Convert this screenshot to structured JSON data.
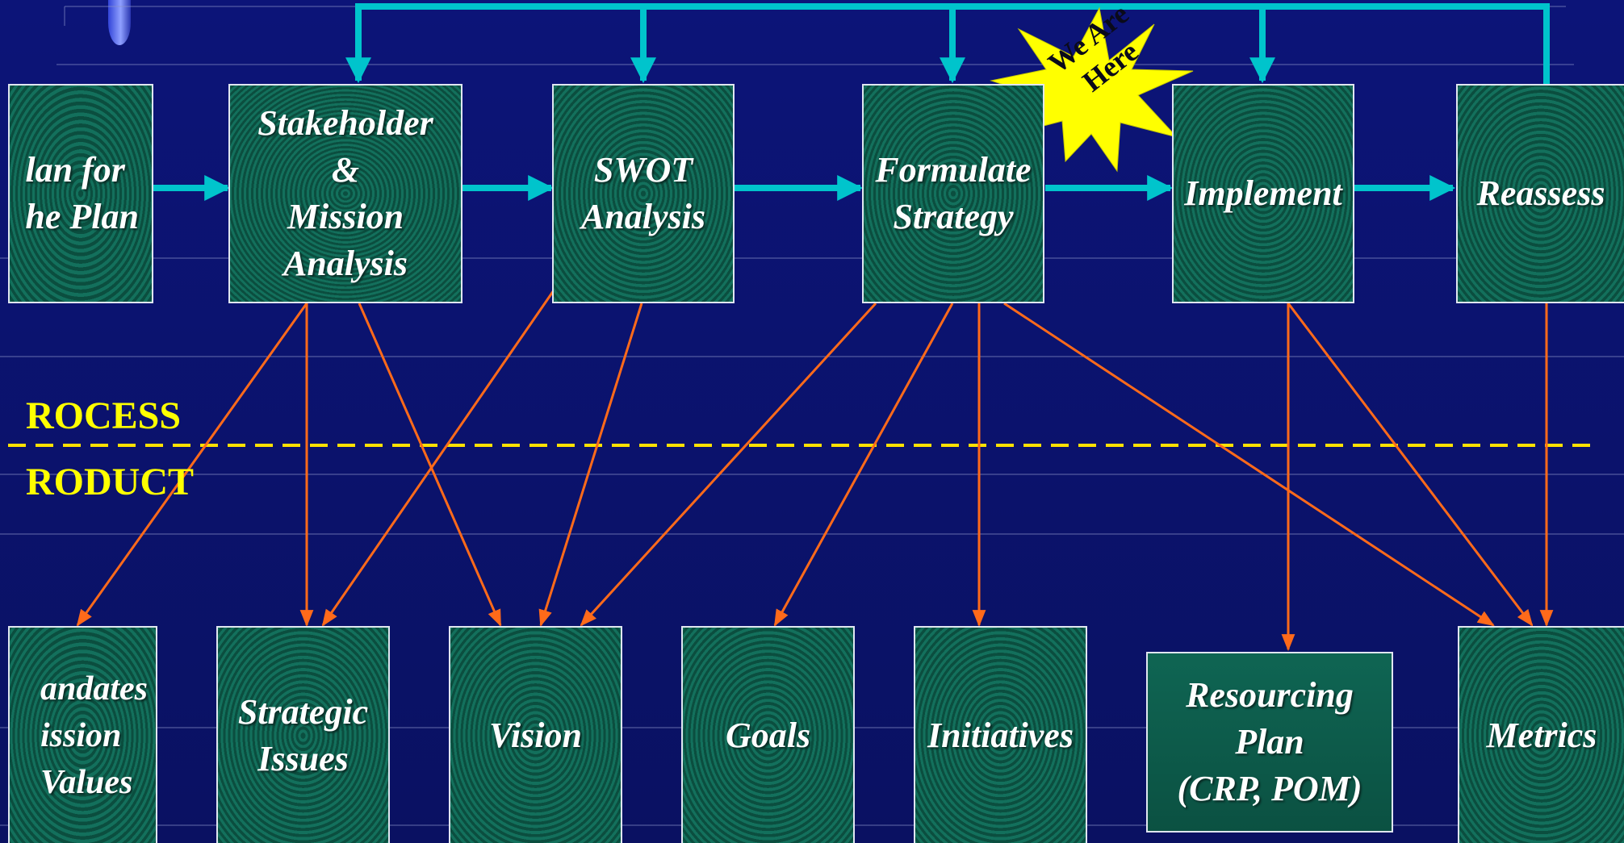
{
  "process_label": "ROCESS",
  "product_label": "RODUCT",
  "badge": {
    "text": "We Are\nHere",
    "color": "#ffff00"
  },
  "colors": {
    "background": "#0c1478",
    "feedback_arrows": "#00c4cc",
    "product_arrows": "#ff6a1a",
    "divider": "#ffe100"
  },
  "process_steps": [
    {
      "label": "lan for\nhe Plan"
    },
    {
      "label": "Stakeholder\n&\nMission\nAnalysis"
    },
    {
      "label": "SWOT\nAnalysis"
    },
    {
      "label": "Formulate\nStrategy"
    },
    {
      "label": "Implement"
    },
    {
      "label": "Reassess"
    }
  ],
  "products": [
    {
      "label": "andates\nission\nValues"
    },
    {
      "label": "Strategic\nIssues"
    },
    {
      "label": "Vision"
    },
    {
      "label": "Goals"
    },
    {
      "label": "Initiatives"
    },
    {
      "label": "Resourcing\nPlan\n(CRP, POM)"
    },
    {
      "label": "Metrics"
    }
  ]
}
